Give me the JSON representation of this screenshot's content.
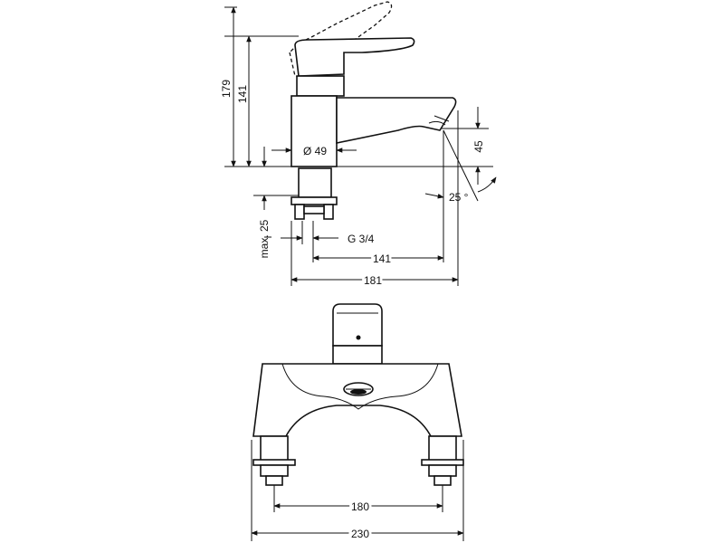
{
  "side_view": {
    "dims": {
      "height_total": "179",
      "height_spout": "141",
      "diameter": "Ø 49",
      "spout_drop": "45",
      "angle": "25 °",
      "max_thickness": "max. 25",
      "thread": "G 3/4",
      "reach_spout": "141",
      "reach_total": "181"
    }
  },
  "front_view": {
    "dims": {
      "inlet_spacing": "180",
      "width_total": "230"
    }
  }
}
